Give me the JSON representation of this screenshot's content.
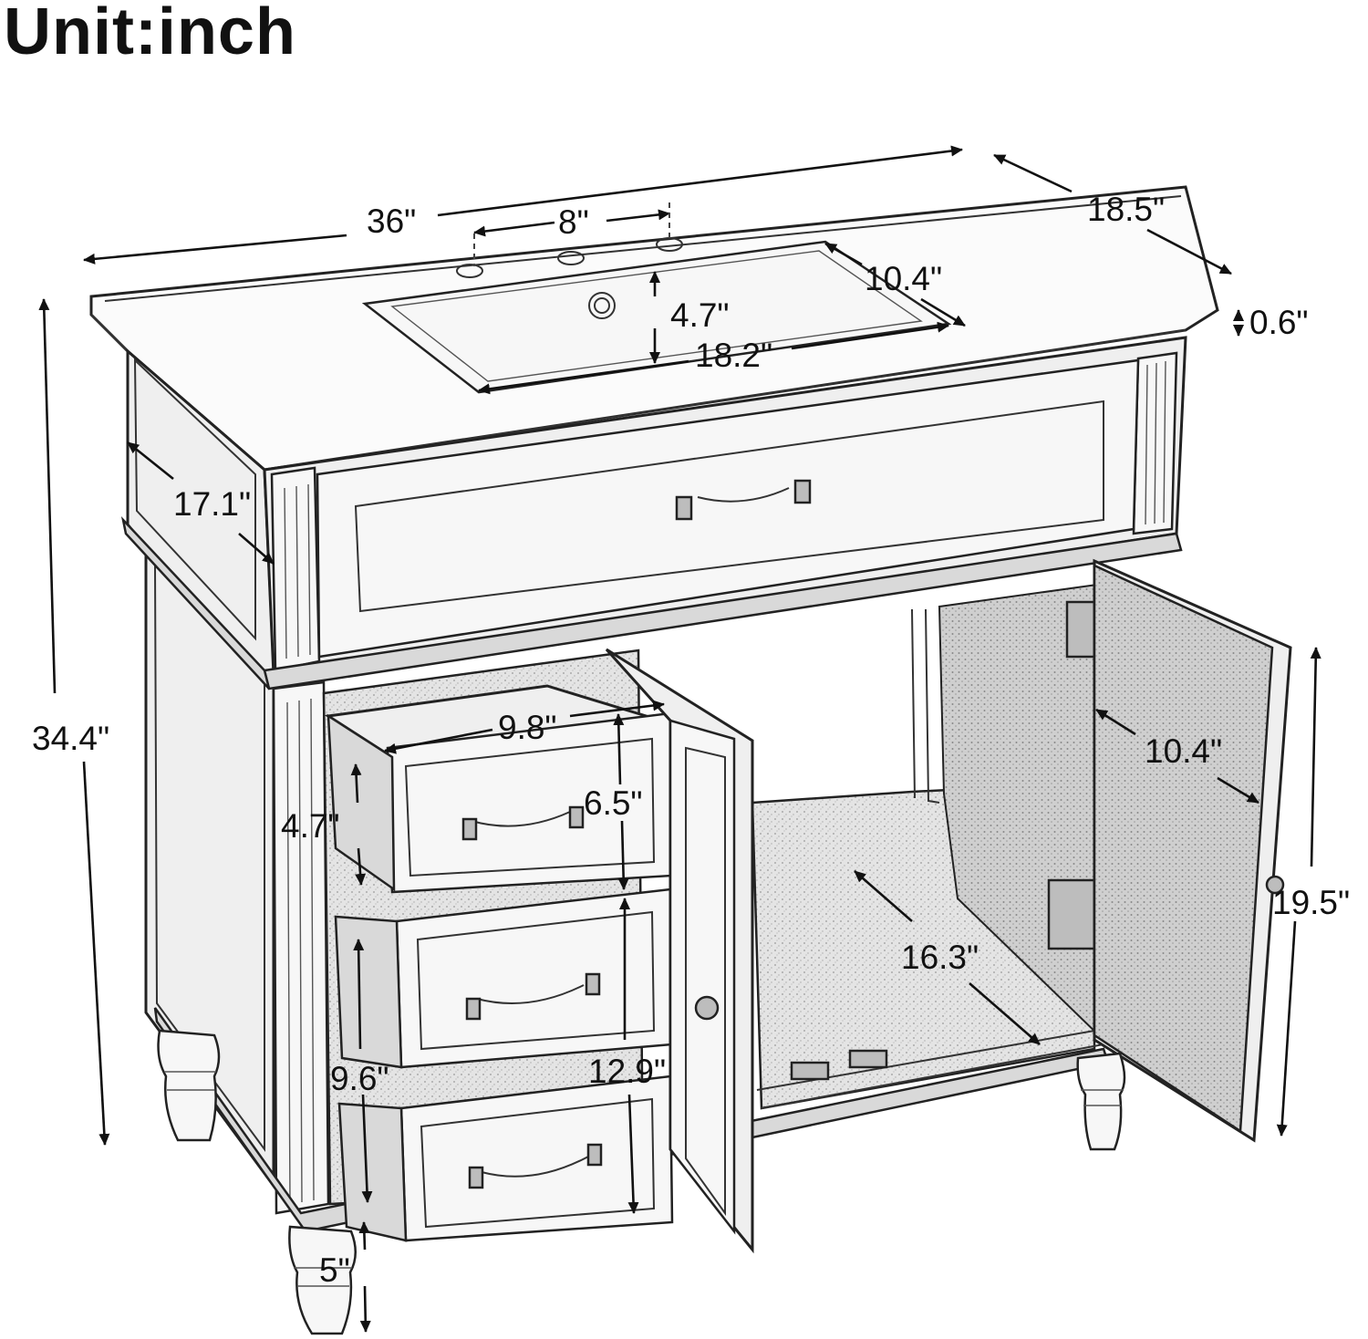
{
  "title": "Unit:inch",
  "dimensions": {
    "width": "36\"",
    "depth": "18.5\"",
    "faucet_spacing": "8\"",
    "basin_depth": "10.4\"",
    "basin_height": "4.7\"",
    "basin_width": "18.2\"",
    "top_thickness": "0.6\"",
    "side_depth": "17.1\"",
    "total_height": "34.4\"",
    "drawer_width": "9.8\"",
    "drawer_height_top": "6.5\"",
    "drawer_inner_height": "4.7\"",
    "door_inner_depth": "10.4\"",
    "cabinet_height": "19.5\"",
    "cabinet_floor_width": "16.3\"",
    "drawer_side_height": "9.6\"",
    "lower_drawers_height": "12.9\"",
    "leg_height": "5\""
  }
}
